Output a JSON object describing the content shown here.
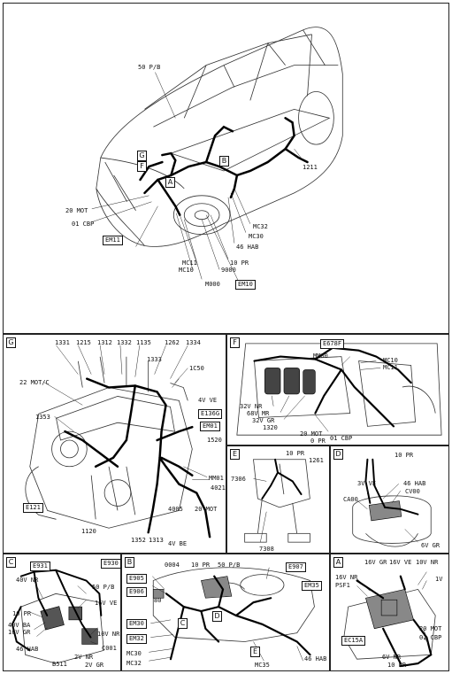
{
  "main": {
    "labels": {
      "l50pb": "50 P/B",
      "l1211": "1211",
      "l20mot": "20 MOT",
      "l01cbp": "01 CBP",
      "lmc32": "MC32",
      "lmc30": "MC30",
      "l46hab": "46 HAB",
      "l10pr": "10 PR",
      "l9000": "9000",
      "lmc11": "MC11",
      "lmc10": "MC10",
      "lm000": "M000"
    },
    "boxes": {
      "em11": "EM11",
      "em10": "EM10"
    },
    "letters": {
      "g": "G",
      "f": "F",
      "a": "A",
      "b": "B"
    }
  },
  "panel_g": {
    "letter": "G",
    "labels": {
      "l1331": "1331",
      "l1215": "1215",
      "l1312": "1312",
      "l1332": "1332",
      "l1135": "1135",
      "l1262": "1262",
      "l1334": "1334",
      "l1333": "1333",
      "l1c50": "1C50",
      "l22mot": "22 MOT/C",
      "l4vve": "4V VE",
      "l1353": "1353",
      "l1520": "1520",
      "lmm01": "MM01",
      "l4021": "4021",
      "l4005": "4005",
      "l20mot": "20 MOT",
      "l1120": "1120",
      "l1352": "1352",
      "l1313": "1313",
      "l4vbe": "4V BE"
    },
    "boxes": {
      "e136g": "E136G",
      "em01": "EM01",
      "e121": "E121"
    }
  },
  "panel_f": {
    "letter": "F",
    "labels": {
      "mm00": "MM00",
      "mc10": "MC10",
      "mc11": "MC11",
      "l32vnr": "32V NR",
      "l68vmr": "68V MR",
      "l32vgr": "32V GR",
      "l1320": "1320",
      "l20mot": "20 MOT",
      "l0pr": "0 PR",
      "l01cbp": "01 CBP"
    },
    "boxes": {
      "e678f": "E678F"
    }
  },
  "panel_e": {
    "letter": "E",
    "labels": {
      "l10pr": "10 PR",
      "l1261": "1261",
      "l7306": "7306",
      "l7308": "7308"
    }
  },
  "panel_d": {
    "letter": "D",
    "labels": {
      "l10pr": "10 PR",
      "l3vve": "3V VE",
      "l46hab": "46 HAB",
      "cv00": "CV00",
      "ca00": "CA00",
      "l6vgr": "6V GR"
    }
  },
  "panel_c": {
    "letter": "C",
    "labels": {
      "l40vnr": "40V NR",
      "l50pb": "50 P/B",
      "l16vve": "16V VE",
      "l10pr": "10 PR",
      "l40vba": "40V BA",
      "l16vgr": "16V GR",
      "l10vnr": "10V NR",
      "c001": "C001",
      "l46hab": "46 HAB",
      "b511": "B511",
      "l2vnr": "2V NR",
      "l2vgr": "2V GR"
    },
    "boxes": {
      "e931": "E931",
      "e930": "E930"
    }
  },
  "panel_b": {
    "letter": "B",
    "labels": {
      "l0004": "0004",
      "l10pr": "10 PR",
      "l50pb": "50 P/B",
      "l80": "80",
      "mc30": "MC30",
      "mc32": "MC32",
      "mc35": "MC35",
      "l46hab": "46 HAB"
    },
    "boxes": {
      "e905": "E905",
      "e906": "E906",
      "e907": "E907",
      "em35": "EM35",
      "em30": "EM30",
      "em32": "EM32"
    },
    "sub": {
      "c": "C",
      "d": "D",
      "e": "E"
    }
  },
  "panel_a": {
    "letter": "A",
    "labels": {
      "l16vgr": "16V GR",
      "l16vve": "16V VE",
      "l10vnr": "10V NR",
      "l16vnr": "16V NR",
      "psf1": "PSF1",
      "l1v": "1V",
      "l20mot": "20 MOT",
      "l01cbp": "01 CBP",
      "l6vnr": "6V NR",
      "l10pr": "10 PR"
    },
    "boxes": {
      "ec15a": "EC15A"
    }
  }
}
